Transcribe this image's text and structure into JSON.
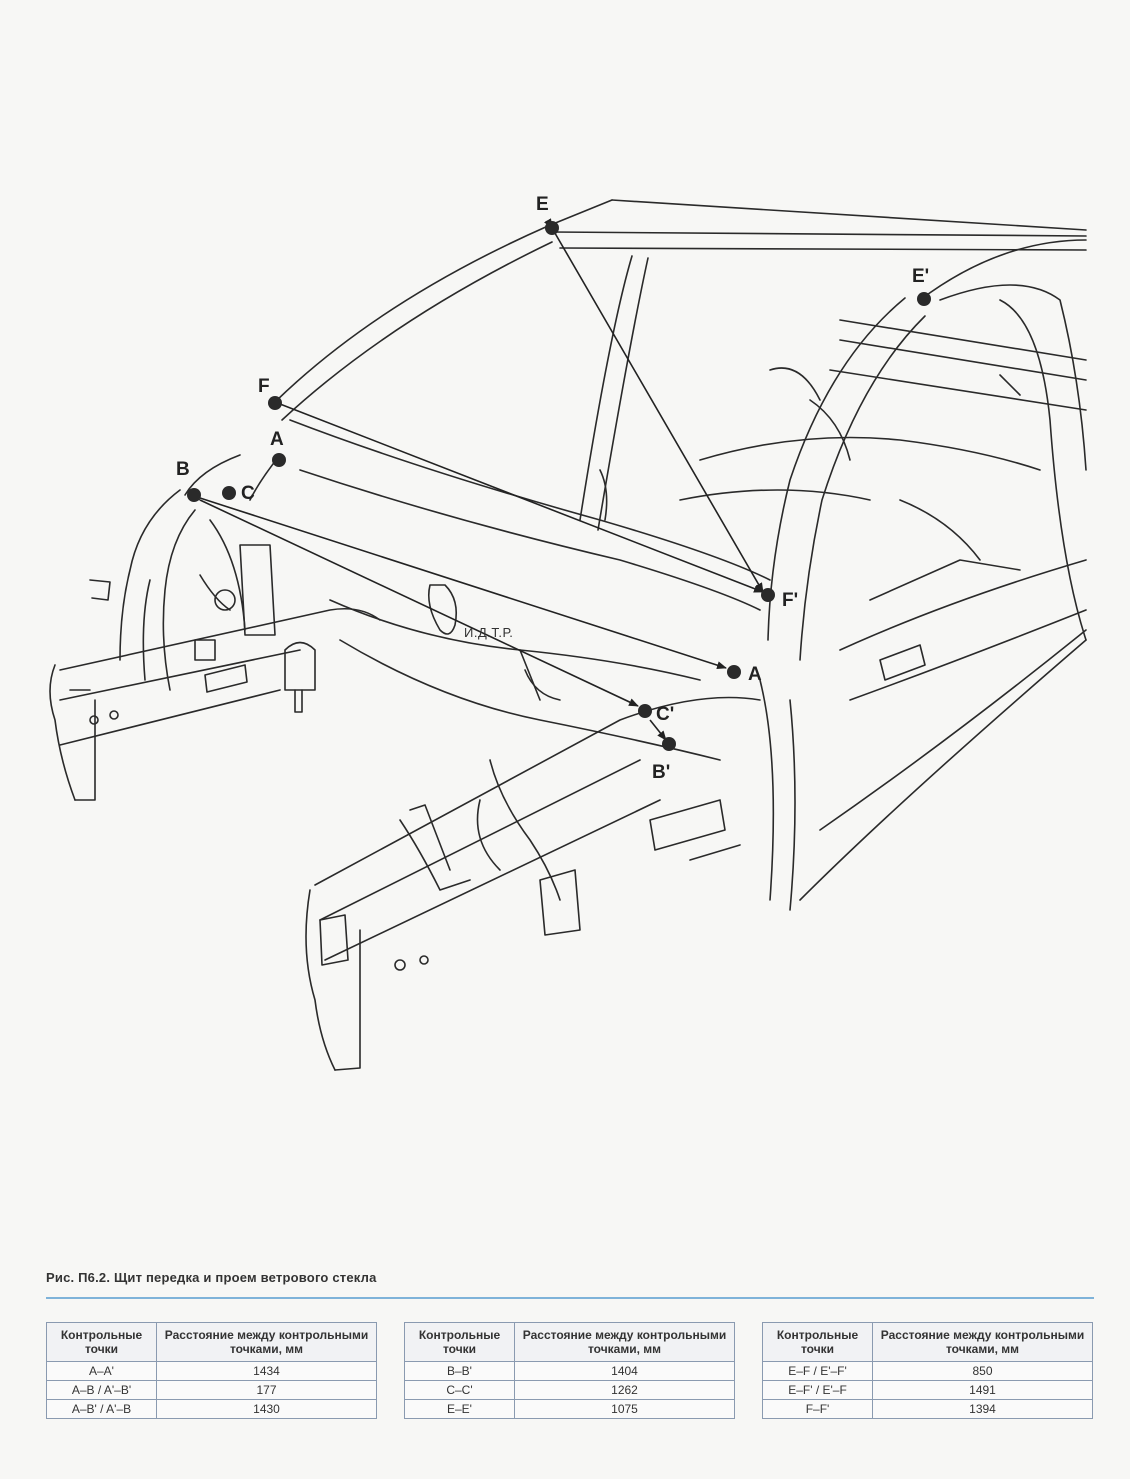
{
  "figure": {
    "points": [
      {
        "id": "E",
        "label": "E"
      },
      {
        "id": "E2",
        "label": "E'"
      },
      {
        "id": "F",
        "label": "F"
      },
      {
        "id": "F2",
        "label": "F'"
      },
      {
        "id": "A",
        "label": "A"
      },
      {
        "id": "A2",
        "label": "A"
      },
      {
        "id": "B",
        "label": "B"
      },
      {
        "id": "B2",
        "label": "B'"
      },
      {
        "id": "C",
        "label": "C"
      },
      {
        "id": "C2",
        "label": "C'"
      }
    ],
    "stamp": "И.Д.Т.Р."
  },
  "caption": "Рис. П6.2. Щит передка и проем ветрового стекла",
  "tables": [
    {
      "headers": [
        "Контрольные точки",
        "Расстояние между контрольными точками, мм"
      ],
      "rows": [
        [
          "A–A'",
          "1434"
        ],
        [
          "A–B / A'–B'",
          "177"
        ],
        [
          "A–B' / A'–B",
          "1430"
        ]
      ]
    },
    {
      "headers": [
        "Контрольные точки",
        "Расстояние между контрольными точками, мм"
      ],
      "rows": [
        [
          "B–B'",
          "1404"
        ],
        [
          "C–C'",
          "1262"
        ],
        [
          "E–E'",
          "1075"
        ]
      ]
    },
    {
      "headers": [
        "Контрольные точки",
        "Расстояние между контрольными точками, мм"
      ],
      "rows": [
        [
          "E–F / E'–F'",
          "850"
        ],
        [
          "E–F' / E'–F",
          "1491"
        ],
        [
          "F–F'",
          "1394"
        ]
      ]
    }
  ]
}
